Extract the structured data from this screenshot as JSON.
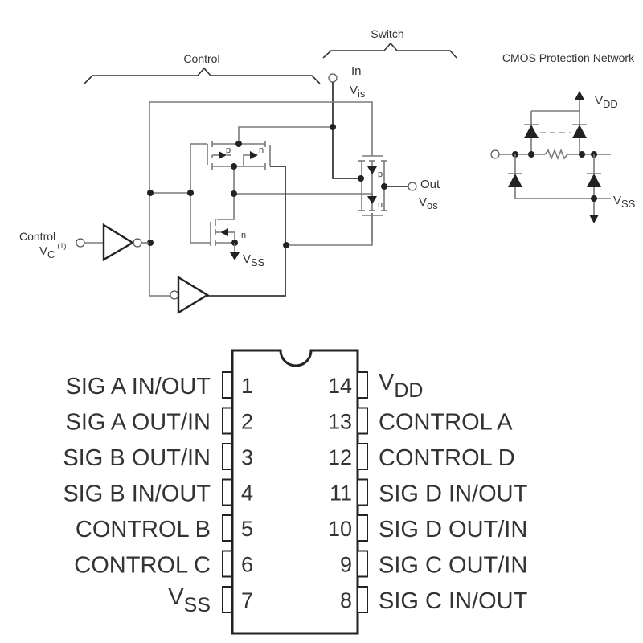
{
  "schematic": {
    "control_section_label": "Control",
    "switch_section_label": "Switch",
    "input_label": "In",
    "input_voltage": {
      "main": "V",
      "sub": "is"
    },
    "output_label": "Out",
    "output_voltage": {
      "main": "V",
      "sub": "os"
    },
    "control_input_label": "Control",
    "control_voltage": {
      "main": "V",
      "sub": "C",
      "note": "(1)"
    },
    "transistor_types": {
      "p": "p",
      "n": "n"
    },
    "vss_label": {
      "main": "V",
      "sub": "SS"
    }
  },
  "protection_network": {
    "title": "CMOS Protection Network",
    "vdd_label": {
      "main": "V",
      "sub": "DD"
    },
    "vss_label": {
      "main": "V",
      "sub": "SS"
    }
  },
  "package": {
    "left_pins": [
      {
        "number": "1",
        "label": "SIG A IN/OUT"
      },
      {
        "number": "2",
        "label": "SIG A OUT/IN"
      },
      {
        "number": "3",
        "label": "SIG B OUT/IN"
      },
      {
        "number": "4",
        "label": "SIG B IN/OUT"
      },
      {
        "number": "5",
        "label": "CONTROL B"
      },
      {
        "number": "6",
        "label": "CONTROL C"
      },
      {
        "number": "7",
        "label": "V",
        "sub": "SS"
      }
    ],
    "right_pins": [
      {
        "number": "14",
        "label": "V",
        "sub": "DD"
      },
      {
        "number": "13",
        "label": "CONTROL A"
      },
      {
        "number": "12",
        "label": "CONTROL D"
      },
      {
        "number": "11",
        "label": "SIG D IN/OUT"
      },
      {
        "number": "10",
        "label": "SIG D OUT/IN"
      },
      {
        "number": "9",
        "label": "SIG C OUT/IN"
      },
      {
        "number": "8",
        "label": "SIG C IN/OUT"
      }
    ]
  }
}
